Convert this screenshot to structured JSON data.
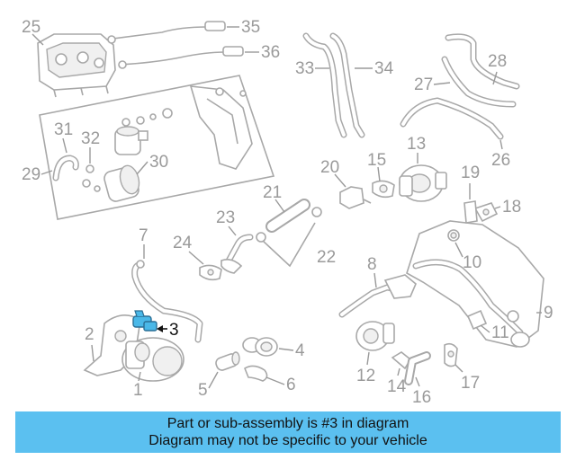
{
  "callouts": [
    "1",
    "2",
    "3",
    "4",
    "5",
    "6",
    "7",
    "8",
    "9",
    "10",
    "11",
    "12",
    "13",
    "14",
    "15",
    "16",
    "17",
    "18",
    "19",
    "20",
    "21",
    "22",
    "23",
    "24",
    "25",
    "26",
    "27",
    "28",
    "29",
    "30",
    "31",
    "32",
    "33",
    "34",
    "35",
    "36"
  ],
  "highlighted_part": "3",
  "colors": {
    "highlight_part": "#4ab8e8",
    "banner": "#5bc0f0",
    "line_art": "#a8a8a8"
  },
  "banner": {
    "line1": "Part or sub-assembly is #3 in diagram",
    "line2": "Diagram may not be specific to your vehicle"
  }
}
